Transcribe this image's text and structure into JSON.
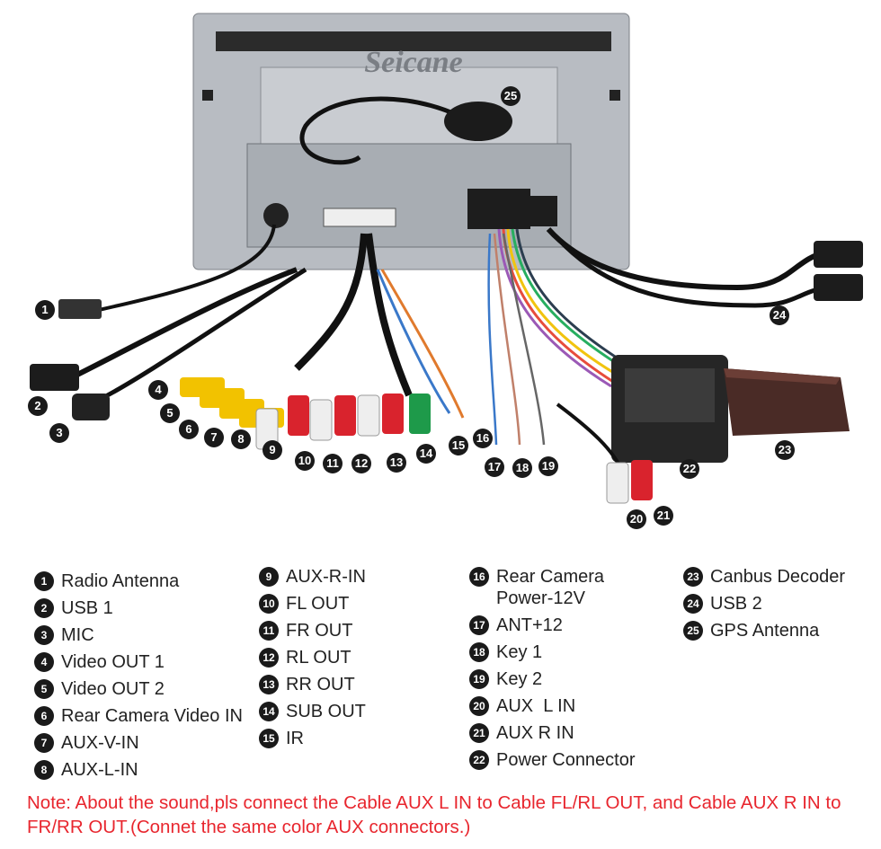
{
  "brand": "Seicane",
  "legend": {
    "col1": [
      {
        "n": "1",
        "label": "Radio Antenna"
      },
      {
        "n": "2",
        "label": "USB 1"
      },
      {
        "n": "3",
        "label": "MIC"
      },
      {
        "n": "4",
        "label": "Video OUT 1"
      },
      {
        "n": "5",
        "label": "Video OUT 2"
      },
      {
        "n": "6",
        "label": "Rear Camera Video IN"
      },
      {
        "n": "7",
        "label": "AUX-V-IN"
      },
      {
        "n": "8",
        "label": "AUX-L-IN"
      }
    ],
    "col2": [
      {
        "n": "9",
        "label": "AUX-R-IN"
      },
      {
        "n": "10",
        "label": "FL OUT"
      },
      {
        "n": "11",
        "label": "FR OUT"
      },
      {
        "n": "12",
        "label": "RL OUT"
      },
      {
        "n": "13",
        "label": "RR OUT"
      },
      {
        "n": "14",
        "label": "SUB OUT"
      },
      {
        "n": "15",
        "label": "IR"
      }
    ],
    "col3": [
      {
        "n": "16",
        "label": "Rear Camera",
        "label2": "Power-12V"
      },
      {
        "n": "17",
        "label": "ANT+12"
      },
      {
        "n": "18",
        "label": "Key 1"
      },
      {
        "n": "19",
        "label": "Key 2"
      },
      {
        "n": "20",
        "label": "AUX  L IN"
      },
      {
        "n": "21",
        "label": "AUX R IN"
      },
      {
        "n": "22",
        "label": "Power Connector"
      }
    ],
    "col4": [
      {
        "n": "23",
        "label": "Canbus Decoder"
      },
      {
        "n": "24",
        "label": "USB 2"
      },
      {
        "n": "25",
        "label": "GPS Antenna"
      }
    ]
  },
  "callouts": {
    "c1": "1",
    "c2": "2",
    "c3": "3",
    "c4": "4",
    "c5": "5",
    "c6": "6",
    "c7": "7",
    "c8": "8",
    "c9": "9",
    "c10": "10",
    "c11": "11",
    "c12": "12",
    "c13": "13",
    "c14": "14",
    "c15": "15",
    "c16": "16",
    "c17": "17",
    "c18": "18",
    "c19": "19",
    "c20": "20",
    "c21": "21",
    "c22": "22",
    "c23": "23",
    "c24": "24",
    "c25": "25"
  },
  "note": "Note: About the sound,pls connect the Cable AUX L IN to Cable FL/RL OUT, and Cable AUX R IN to  FR/RR OUT.(Connet the same color AUX connectors.)",
  "colors": {
    "note": "#e8262e",
    "callout": "#1a1a1a",
    "rca_yellow": "#f2c200",
    "rca_red": "#d9232d",
    "rca_white": "#eeeeee",
    "rca_green": "#1e9a4a"
  }
}
